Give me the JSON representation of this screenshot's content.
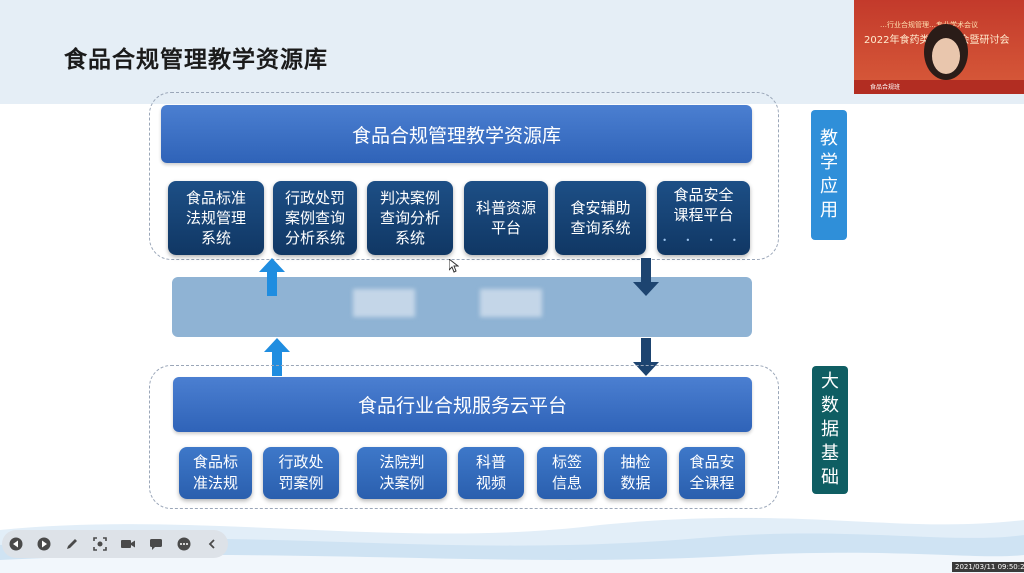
{
  "slide": {
    "title": "食品合规管理教学资源库"
  },
  "top_group": {
    "bar_label": "食品合规管理教学资源库",
    "systems": [
      {
        "label": "食品标准\n法规管理\n系统"
      },
      {
        "label": "行政处罚\n案例查询\n分析系统"
      },
      {
        "label": "判决案例\n查询分析\n系统"
      },
      {
        "label": "科普资源\n平台"
      },
      {
        "label": "食安辅助\n查询系统"
      },
      {
        "label": "食品安全\n课程平台",
        "dots": "• • • •"
      }
    ]
  },
  "bottom_group": {
    "bar_label": "食品行业合规服务云平台",
    "items": [
      {
        "label": "食品标\n准法规"
      },
      {
        "label": "行政处\n罚案例"
      },
      {
        "label": "法院判\n决案例"
      },
      {
        "label": "科普\n视频"
      },
      {
        "label": "标签\n信息"
      },
      {
        "label": "抽检\n数据"
      },
      {
        "label": "食品安\n全课程"
      }
    ]
  },
  "side_labels": {
    "teaching": "教\n学\n应\n用",
    "bigdata": "大\n数\n据\n基\n础"
  },
  "video": {
    "banner_small": "…行业合规管理…专业学术会议",
    "banner_main": "2022年食药类……年会暨研讨会",
    "speaker_name": "食品合规班"
  },
  "timestamp": "2021/03/11 09:50:21",
  "toolbar": {
    "icons": [
      "prev-icon",
      "next-icon",
      "pen-icon",
      "screenshot-icon",
      "camera-icon",
      "chat-icon",
      "more-icon",
      "collapse-icon"
    ]
  },
  "colors": {
    "header_band": "#e5eef6",
    "bar_blue": "#3a6fc4",
    "dark_box": "#153f70",
    "side_teaching": "#2f8fd9",
    "side_bigdata": "#0f5e63",
    "arrow_light": "#1f8de0",
    "arrow_dark": "#1d4470"
  }
}
